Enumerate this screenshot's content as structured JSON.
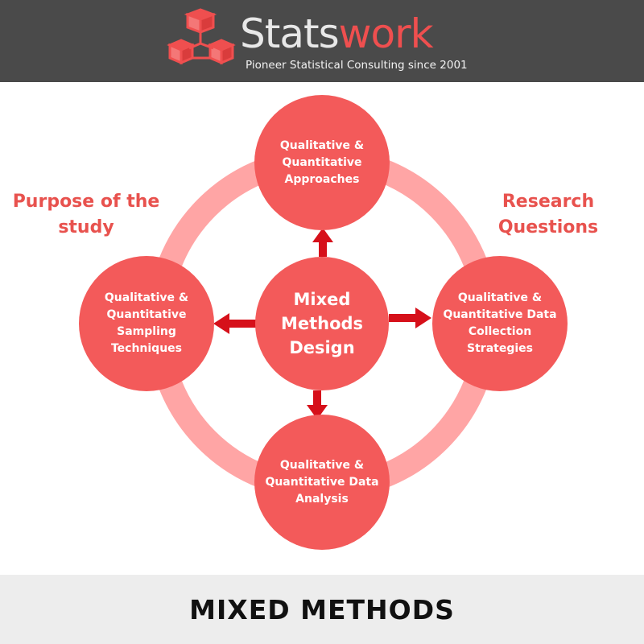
{
  "header": {
    "brand_part1": "Stats",
    "brand_part2": "work",
    "tagline": "Pioneer Statistical Consulting since 2001"
  },
  "labels": {
    "left": "Purpose of the study",
    "right": "Research Questions"
  },
  "nodes": {
    "center": "Mixed Methods Design",
    "top": "Qualitative & Quantitative Approaches",
    "left": "Qualitative & Quantitative Sampling Techniques",
    "right": "Qualitative & Quantitative Data Collection Strategies",
    "bottom": "Qualitative & Quantitative Data Analysis"
  },
  "footer": {
    "title": "MIXED METHODS"
  },
  "colors": {
    "header_bg": "#4a4a4a",
    "accent": "#f35a5a",
    "ring": "#ffa5a5",
    "arrow": "#d6101a",
    "footer_bg": "#ededed"
  }
}
